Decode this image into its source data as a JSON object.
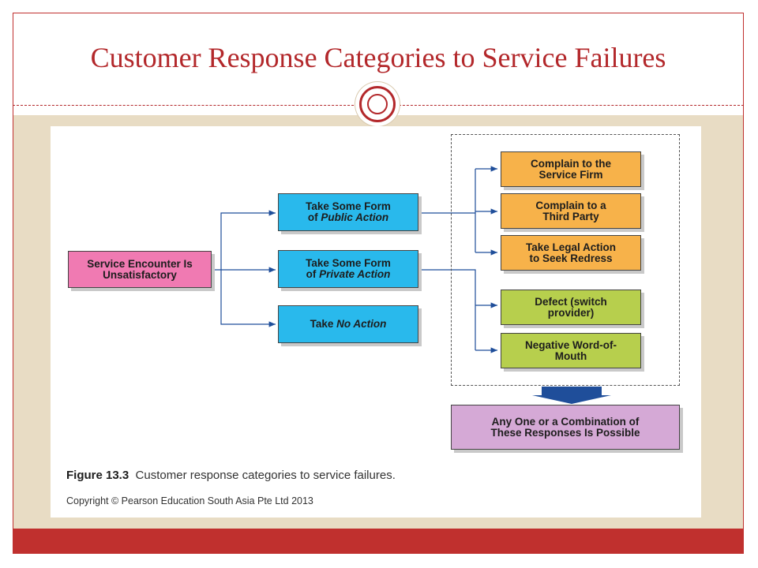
{
  "slide": {
    "title": "Customer Response Categories to Service Failures"
  },
  "diagram": {
    "root": "Service Encounter Is Unsatisfactory",
    "actions": [
      {
        "line1": "Take Some Form",
        "line2_prefix": "of ",
        "line2_em": "Public Action"
      },
      {
        "line1": "Take Some Form",
        "line2_prefix": "of ",
        "line2_em": "Private Action"
      },
      {
        "prefix": "Take ",
        "em": "No Action"
      }
    ],
    "public_responses": [
      {
        "line1": "Complain to the",
        "line2": "Service Firm"
      },
      {
        "line1": "Complain to a",
        "line2": "Third Party"
      },
      {
        "line1": "Take Legal Action",
        "line2": "to Seek Redress"
      }
    ],
    "private_responses": [
      {
        "line1": "Defect (switch",
        "line2": "provider)"
      },
      {
        "line1": "Negative Word-of-",
        "line2": "Mouth"
      }
    ],
    "outcome": {
      "line1": "Any One or a Combination of",
      "line2": "These Responses Is Possible"
    },
    "caption": {
      "label": "Figure 13.3",
      "text": "Customer response categories to service failures."
    },
    "copyright": "Copyright © Pearson Education South Asia Pte Ltd 2013"
  },
  "colors": {
    "accent": "#b3282b",
    "root": "#f07ab2",
    "action": "#29b9ec",
    "public_response": "#f7b24a",
    "private_response": "#b7cf4d",
    "outcome": "#d5a9d6",
    "arrow": "#1f4e9a"
  }
}
